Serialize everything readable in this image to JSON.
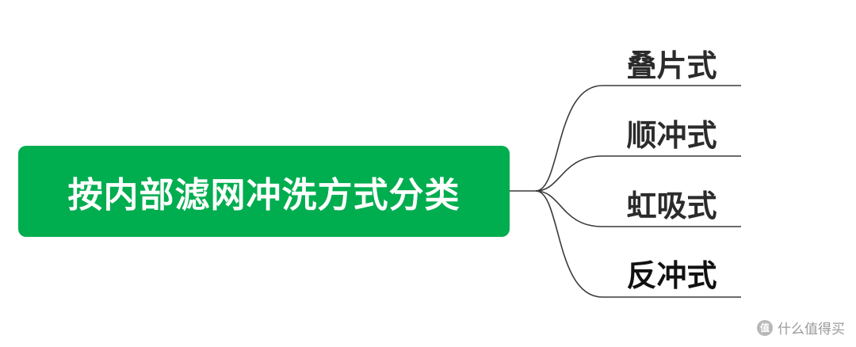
{
  "diagram": {
    "root": {
      "label": "按内部滤网冲洗方式分类",
      "color": "#00ad4f"
    },
    "branches": [
      {
        "label": "叠片式"
      },
      {
        "label": "顺冲式"
      },
      {
        "label": "虹吸式"
      },
      {
        "label": "反冲式"
      }
    ],
    "line_color": "#3a3a3a"
  },
  "watermark": {
    "icon": "smzdm-logo-icon",
    "icon_glyph": "值",
    "text": "什么值得买"
  }
}
